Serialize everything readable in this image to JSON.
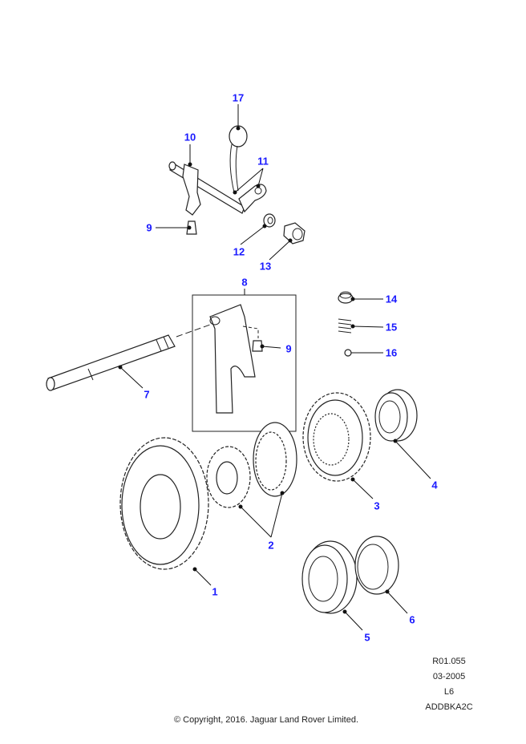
{
  "diagram": {
    "callouts": [
      "1",
      "2",
      "3",
      "4",
      "5",
      "6",
      "7",
      "8",
      "9",
      "9",
      "10",
      "11",
      "12",
      "13",
      "14",
      "15",
      "16",
      "17"
    ],
    "label_color": "#1a1aff"
  },
  "info": {
    "ref": "R01.055",
    "date": "03-2005",
    "model": "L6",
    "code": "ADDBKA2C"
  },
  "copyright": "© Copyright, 2016. Jaguar Land Rover Limited."
}
